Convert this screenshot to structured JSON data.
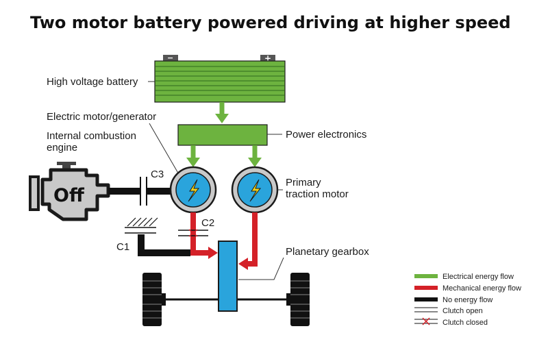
{
  "title": "Two motor battery powered driving at higher speed",
  "labels": {
    "battery": "High voltage battery",
    "motor_generator": "Electric motor/generator",
    "ice_line1": "Internal combustion",
    "ice_line2": "engine",
    "power_electronics": "Power electronics",
    "traction_line1": "Primary",
    "traction_line2": "traction motor",
    "planetary": "Planetary gearbox",
    "c1": "C1",
    "c2": "C2",
    "c3": "C3",
    "engine_state": "Off",
    "battery_minus": "−",
    "battery_plus": "+"
  },
  "legend": [
    {
      "label": "Electrical energy flow",
      "color": "#6db33f"
    },
    {
      "label": "Mechanical energy flow",
      "color": "#d42128"
    },
    {
      "label": "No energy flow",
      "color": "#111111"
    },
    {
      "label": "Clutch open",
      "color": "#111111"
    },
    {
      "label": "Clutch closed",
      "color": "#d42128"
    }
  ],
  "colors": {
    "electrical": "#6db33f",
    "mechanical": "#d42128",
    "none": "#111111",
    "motor_fill": "#2aa4dc",
    "gearbox_fill": "#2aa4dc",
    "engine_fill": "#c9c9c9",
    "battery_fill": "#6db33f"
  }
}
